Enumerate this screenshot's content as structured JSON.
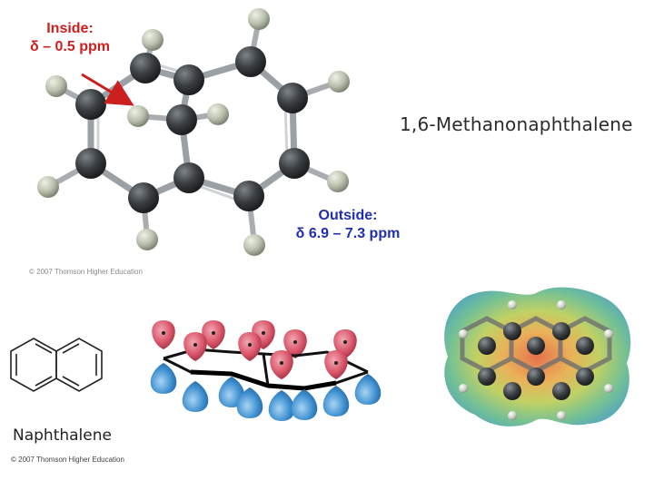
{
  "inside_label": {
    "line1": "Inside:",
    "line2": "δ – 0.5 ppm"
  },
  "outside_label": {
    "line1": "Outside:",
    "line2": "δ 6.9 – 7.3 ppm"
  },
  "molecule_title": "1,6-Methanonaphthalene",
  "naphthalene_title": "Naphthalene",
  "copyright_top": "© 2007 Thomson Higher Education",
  "copyright_bottom": "© 2007 Thomson Higher Education",
  "colors": {
    "annotation_blue": "#1f2fb0",
    "annotation_red": "#cc1f1f",
    "carbon": "#3b3f42",
    "hydrogen": "#b9c0ac",
    "lobe_top": "#d9566a",
    "lobe_bottom": "#3d8fd0"
  }
}
